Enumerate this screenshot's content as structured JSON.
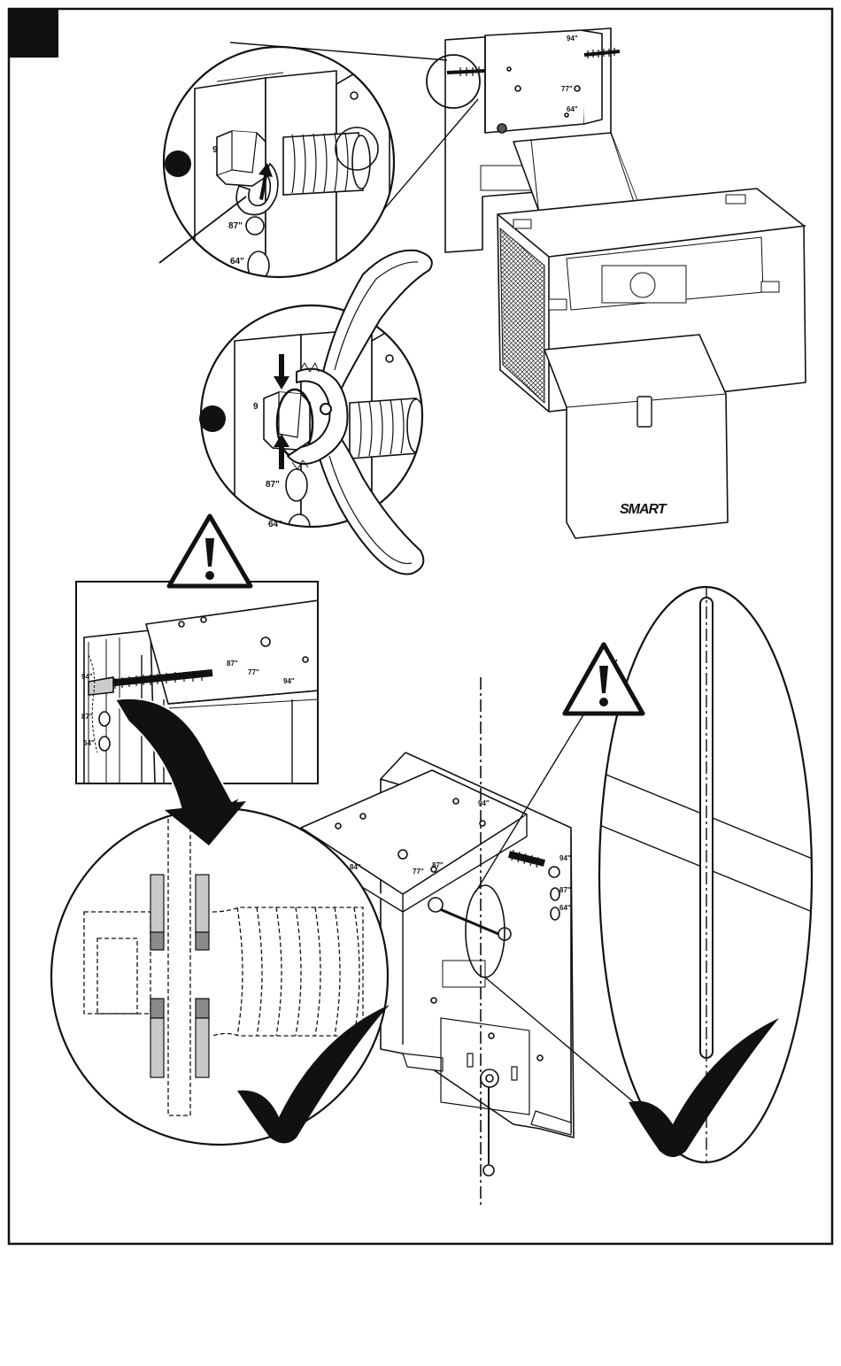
{
  "step_badge": {
    "number": ""
  },
  "detail_markers": [
    {
      "filled": true
    },
    {
      "filled": true
    }
  ],
  "height_labels": {
    "upper_zoom": [
      "9",
      "87\"",
      "64\""
    ],
    "pliers_zoom": [
      "9",
      "87\"",
      "64\""
    ],
    "warning_inset": [
      "94\"",
      "87\"",
      "64\"",
      "87\"",
      "77\"",
      "94\""
    ],
    "mount_plate": [
      "94\"",
      "87\"",
      "77\"",
      "84\"",
      "94\"",
      "87\"",
      "64\""
    ],
    "top_bracket": [
      "94\"",
      "77\"",
      "64\""
    ]
  },
  "brand": {
    "logo_text": "SMART"
  },
  "icons": [
    "warning-icon",
    "checkmark-icon",
    "arrow-icon"
  ],
  "colors": {
    "ink": "#111111",
    "washer_gray": "#c8c8c8",
    "washer_dark": "#8a8a8a",
    "paper": "#ffffff"
  }
}
